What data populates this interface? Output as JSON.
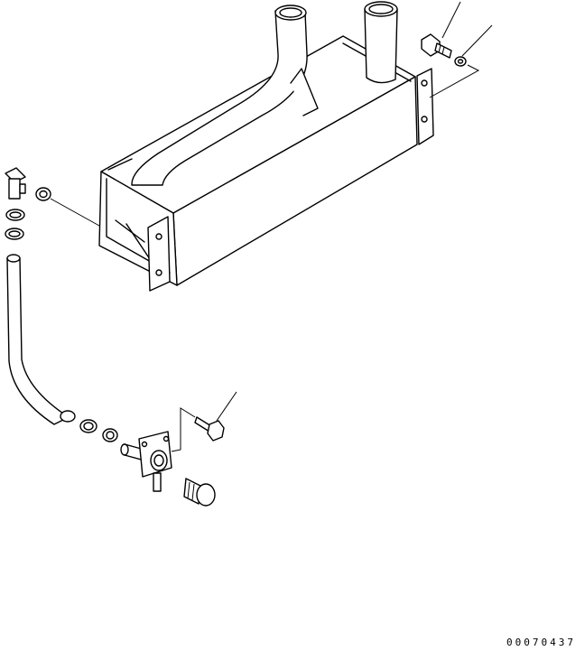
{
  "drawing": {
    "number": "00070437",
    "parts": [
      "intercooler",
      "hose",
      "elbow-fitting",
      "hose-clamp",
      "drain-valve",
      "drain-plug",
      "bolt",
      "washer"
    ]
  }
}
